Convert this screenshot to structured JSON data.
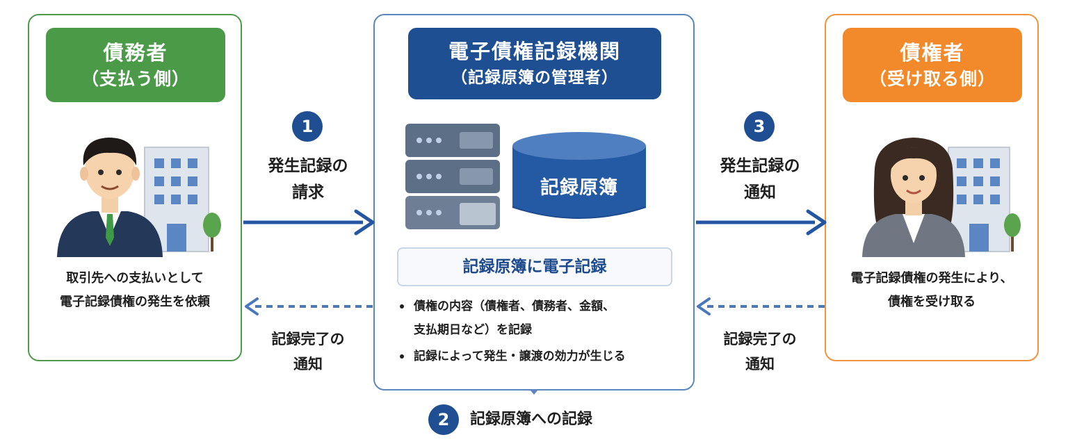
{
  "debtor": {
    "title": "債務者",
    "subtitle": "（支払う側）",
    "description_line1": "取引先への支払いとして",
    "description_line2": "電子記録債権の発生を依頼",
    "color": "#4a9a48"
  },
  "registry": {
    "title": "電子債権記録機関",
    "subtitle": "（記録原簿の管理者）",
    "ledger_label": "記録原簿",
    "record_box_label": "記録原簿に電子記録",
    "bullet1_line1": "債権の内容（債権者、債務者、金額、",
    "bullet1_line2": "支払期日など）を記録",
    "bullet2": "記録によって発生・譲渡の効力が生じる",
    "color": "#1e4f93"
  },
  "creditor": {
    "title": "債権者",
    "subtitle": "（受け取る側）",
    "description_line1": "電子記録債権の発生により、",
    "description_line2": "債権を受け取る",
    "color": "#f28a2c"
  },
  "steps": {
    "step1": {
      "number": "1",
      "line1": "発生記録の",
      "line2": "請求"
    },
    "step2": {
      "number": "2",
      "label": "記録原簿への記録"
    },
    "step3": {
      "number": "3",
      "line1": "発生記録の",
      "line2": "通知"
    }
  },
  "completion_left": {
    "line1": "記録完了の",
    "line2": "通知"
  },
  "completion_right": {
    "line1": "記録完了の",
    "line2": "通知"
  },
  "icons": [
    "man-avatar-icon",
    "woman-avatar-icon",
    "office-building-icon",
    "tree-icon",
    "server-rack-icon",
    "database-cylinder-icon"
  ]
}
